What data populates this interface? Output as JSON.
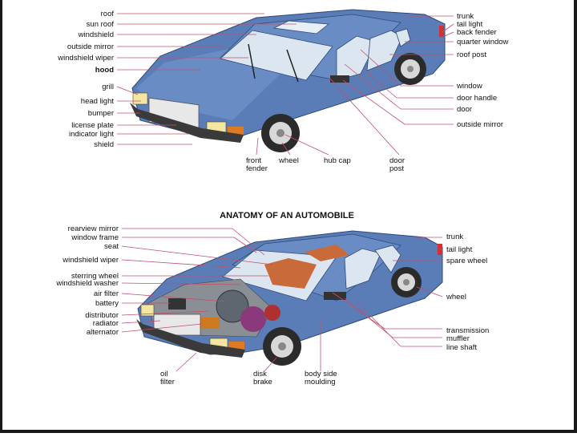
{
  "title": "ANATOMY OF AN AUTOMOBILE",
  "exterior": {
    "left": [
      "roof",
      "sun roof",
      "windshield",
      "outside mirror",
      "windshield wiper",
      "hood",
      "grill",
      "head light",
      "bumper",
      "license plate",
      "indicator light",
      "shield"
    ],
    "right": [
      "trunk",
      "tail light",
      "back fender",
      "quarter window",
      "roof post",
      "window",
      "door handle",
      "door",
      "outside mirror"
    ],
    "bottom": [
      "front fender",
      "wheel",
      "hub cap",
      "door post"
    ]
  },
  "interior": {
    "left": [
      "rearview mirror",
      "window frame",
      "seat",
      "windshield wiper",
      "sterring wheel",
      "windshield washer",
      "air filter",
      "battery",
      "distributor",
      "radiator",
      "alternator"
    ],
    "right": [
      "trunk",
      "tail light",
      "spare wheel",
      "wheel",
      "transmission",
      "muffler",
      "line shaft"
    ],
    "bottom": [
      "oil filter",
      "disk brake",
      "body side moulding"
    ]
  },
  "colors": {
    "body": "#5a7db8",
    "body_dark": "#3f5f99",
    "glass": "#dbe6f0",
    "tire": "#2b2b2b",
    "leader": "#c0506a",
    "light_orange": "#e07a20"
  }
}
